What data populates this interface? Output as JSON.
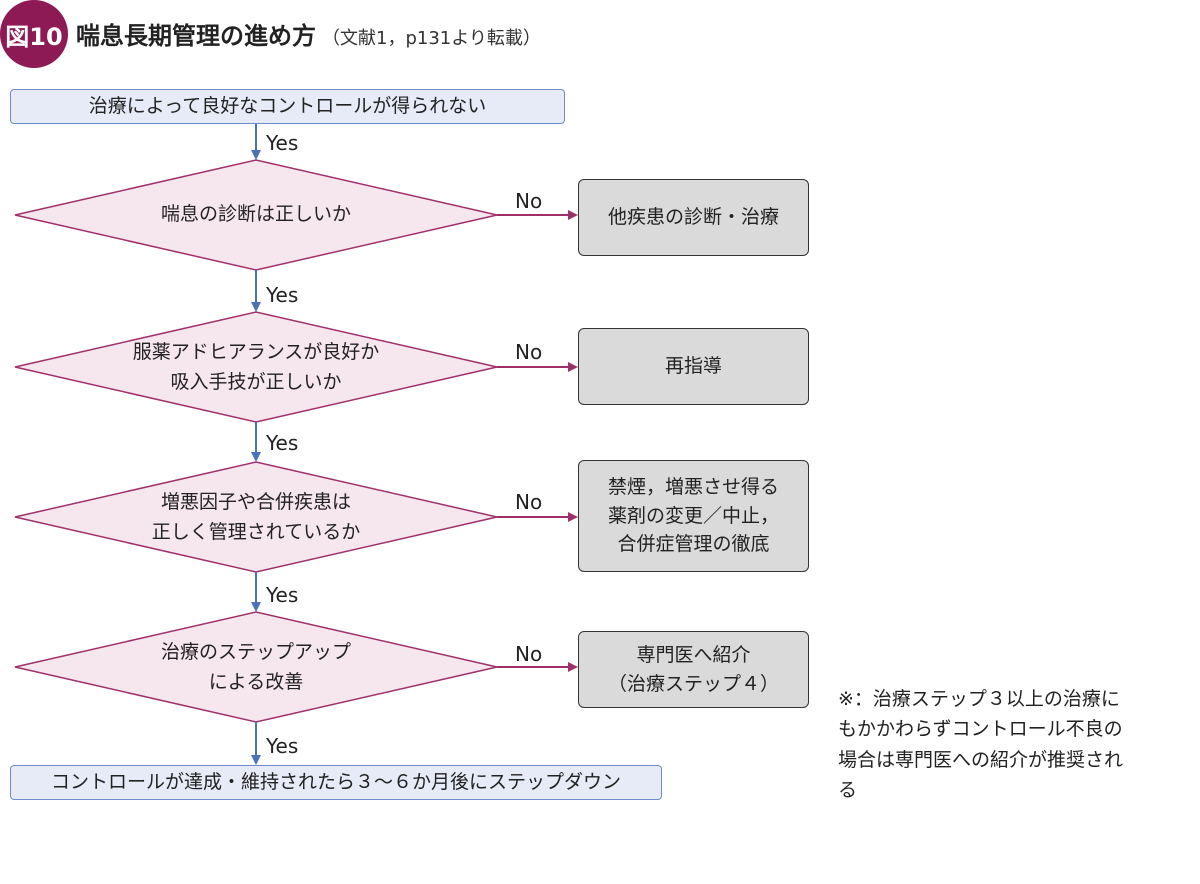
{
  "figure": {
    "badge": "図10",
    "title": "喘息長期管理の進め方",
    "source": "（文献1，p131より転載）"
  },
  "flow": {
    "start": "治療によって良好なコントロールが得られない",
    "decisions": [
      {
        "lines": [
          "喘息の診断は正しいか"
        ]
      },
      {
        "lines": [
          "服薬アドヒアランスが良好か",
          "吸入手技が正しいか"
        ]
      },
      {
        "lines": [
          "増悪因子や合併疾患は",
          "正しく管理されているか"
        ]
      },
      {
        "lines": [
          "治療のステップアップ",
          "による改善"
        ]
      }
    ],
    "outcomes": [
      {
        "lines": [
          "他疾患の診断・治療"
        ]
      },
      {
        "lines": [
          "再指導"
        ]
      },
      {
        "lines": [
          "禁煙，増悪させ得る",
          "薬剤の変更／中止，",
          "合併症管理の徹底"
        ]
      },
      {
        "lines": [
          "専門医へ紹介",
          "（治療ステップ４）"
        ]
      }
    ],
    "end": "コントロールが達成・維持されたら３〜６か月後にステップダウン",
    "yes_label": "Yes",
    "no_label": "No"
  },
  "note": "※：治療ステップ３以上の治療にもかかわらずコントロール不良の場合は専門医への紹介が推奨される",
  "colors": {
    "diamond_fill": "#f6e6ee",
    "diamond_stroke": "#a0306a",
    "yes_arrow": "#4a72b8",
    "no_arrow": "#a0306a",
    "badge": "#8e1a55"
  }
}
